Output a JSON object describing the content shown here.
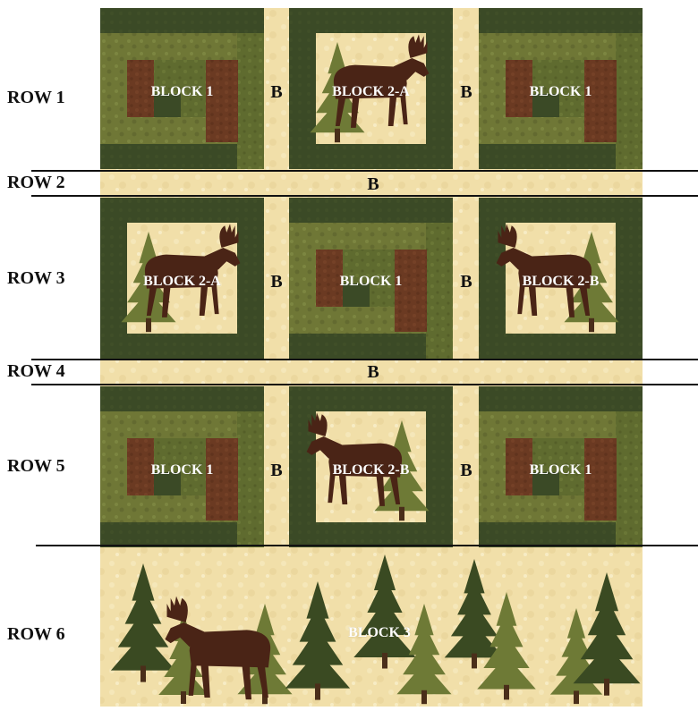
{
  "colors": {
    "cream": "#f1dfa9",
    "cream_light": "#f7ebc1",
    "dark_green": "#3b4a26",
    "mid_green": "#6f7736",
    "olive_green": "#5a6a2e",
    "light_green": "#8a8e3e",
    "brown": "#6b3a22",
    "moose": "#4a2416",
    "tree_dark": "#3a4a22",
    "tree_light": "#6e7a36"
  },
  "row_labels": [
    "ROW 1",
    "ROW 2",
    "ROW 3",
    "ROW 4",
    "ROW 5",
    "ROW 6"
  ],
  "sashing_label": "B",
  "block_labels": {
    "block1": "BLOCK 1",
    "block2a": "BLOCK 2-A",
    "block2b": "BLOCK 2-B",
    "block3": "BLOCK 3"
  },
  "rows": [
    [
      "block1",
      "block2a",
      "block1"
    ],
    null,
    [
      "block2a",
      "block1",
      "block2b"
    ],
    null,
    [
      "block1",
      "block2b",
      "block1"
    ]
  ]
}
